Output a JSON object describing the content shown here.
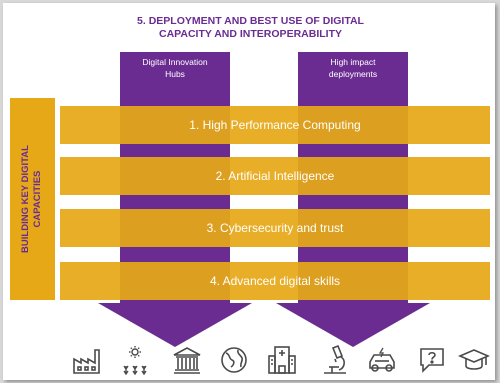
{
  "title": {
    "line1": "5. DEPLOYMENT AND BEST USE OF DIGITAL",
    "line2": "CAPACITY AND INTEROPERABILITY"
  },
  "columns": [
    {
      "line1": "Digital Innovation",
      "line2": "Hubs"
    },
    {
      "line1": "High impact",
      "line2": "deployments"
    }
  ],
  "side_label": {
    "line1": "BUILDING KEY DIGITAL",
    "line2": "CAPACITIES"
  },
  "bands": [
    "1. High Performance Computing",
    "2. Artificial Intelligence",
    "3. Cybersecurity and trust",
    "4. Advanced digital skills"
  ],
  "colors": {
    "purple": "#6a2c91",
    "gold": "#e6a817",
    "icon": "#4a4a4a"
  },
  "icons": [
    "factory-icon",
    "farming-icon",
    "government-building-icon",
    "globe-icon",
    "hospital-icon",
    "microscope-icon",
    "car-icon",
    "chat-question-icon",
    "graduation-cap-icon"
  ]
}
